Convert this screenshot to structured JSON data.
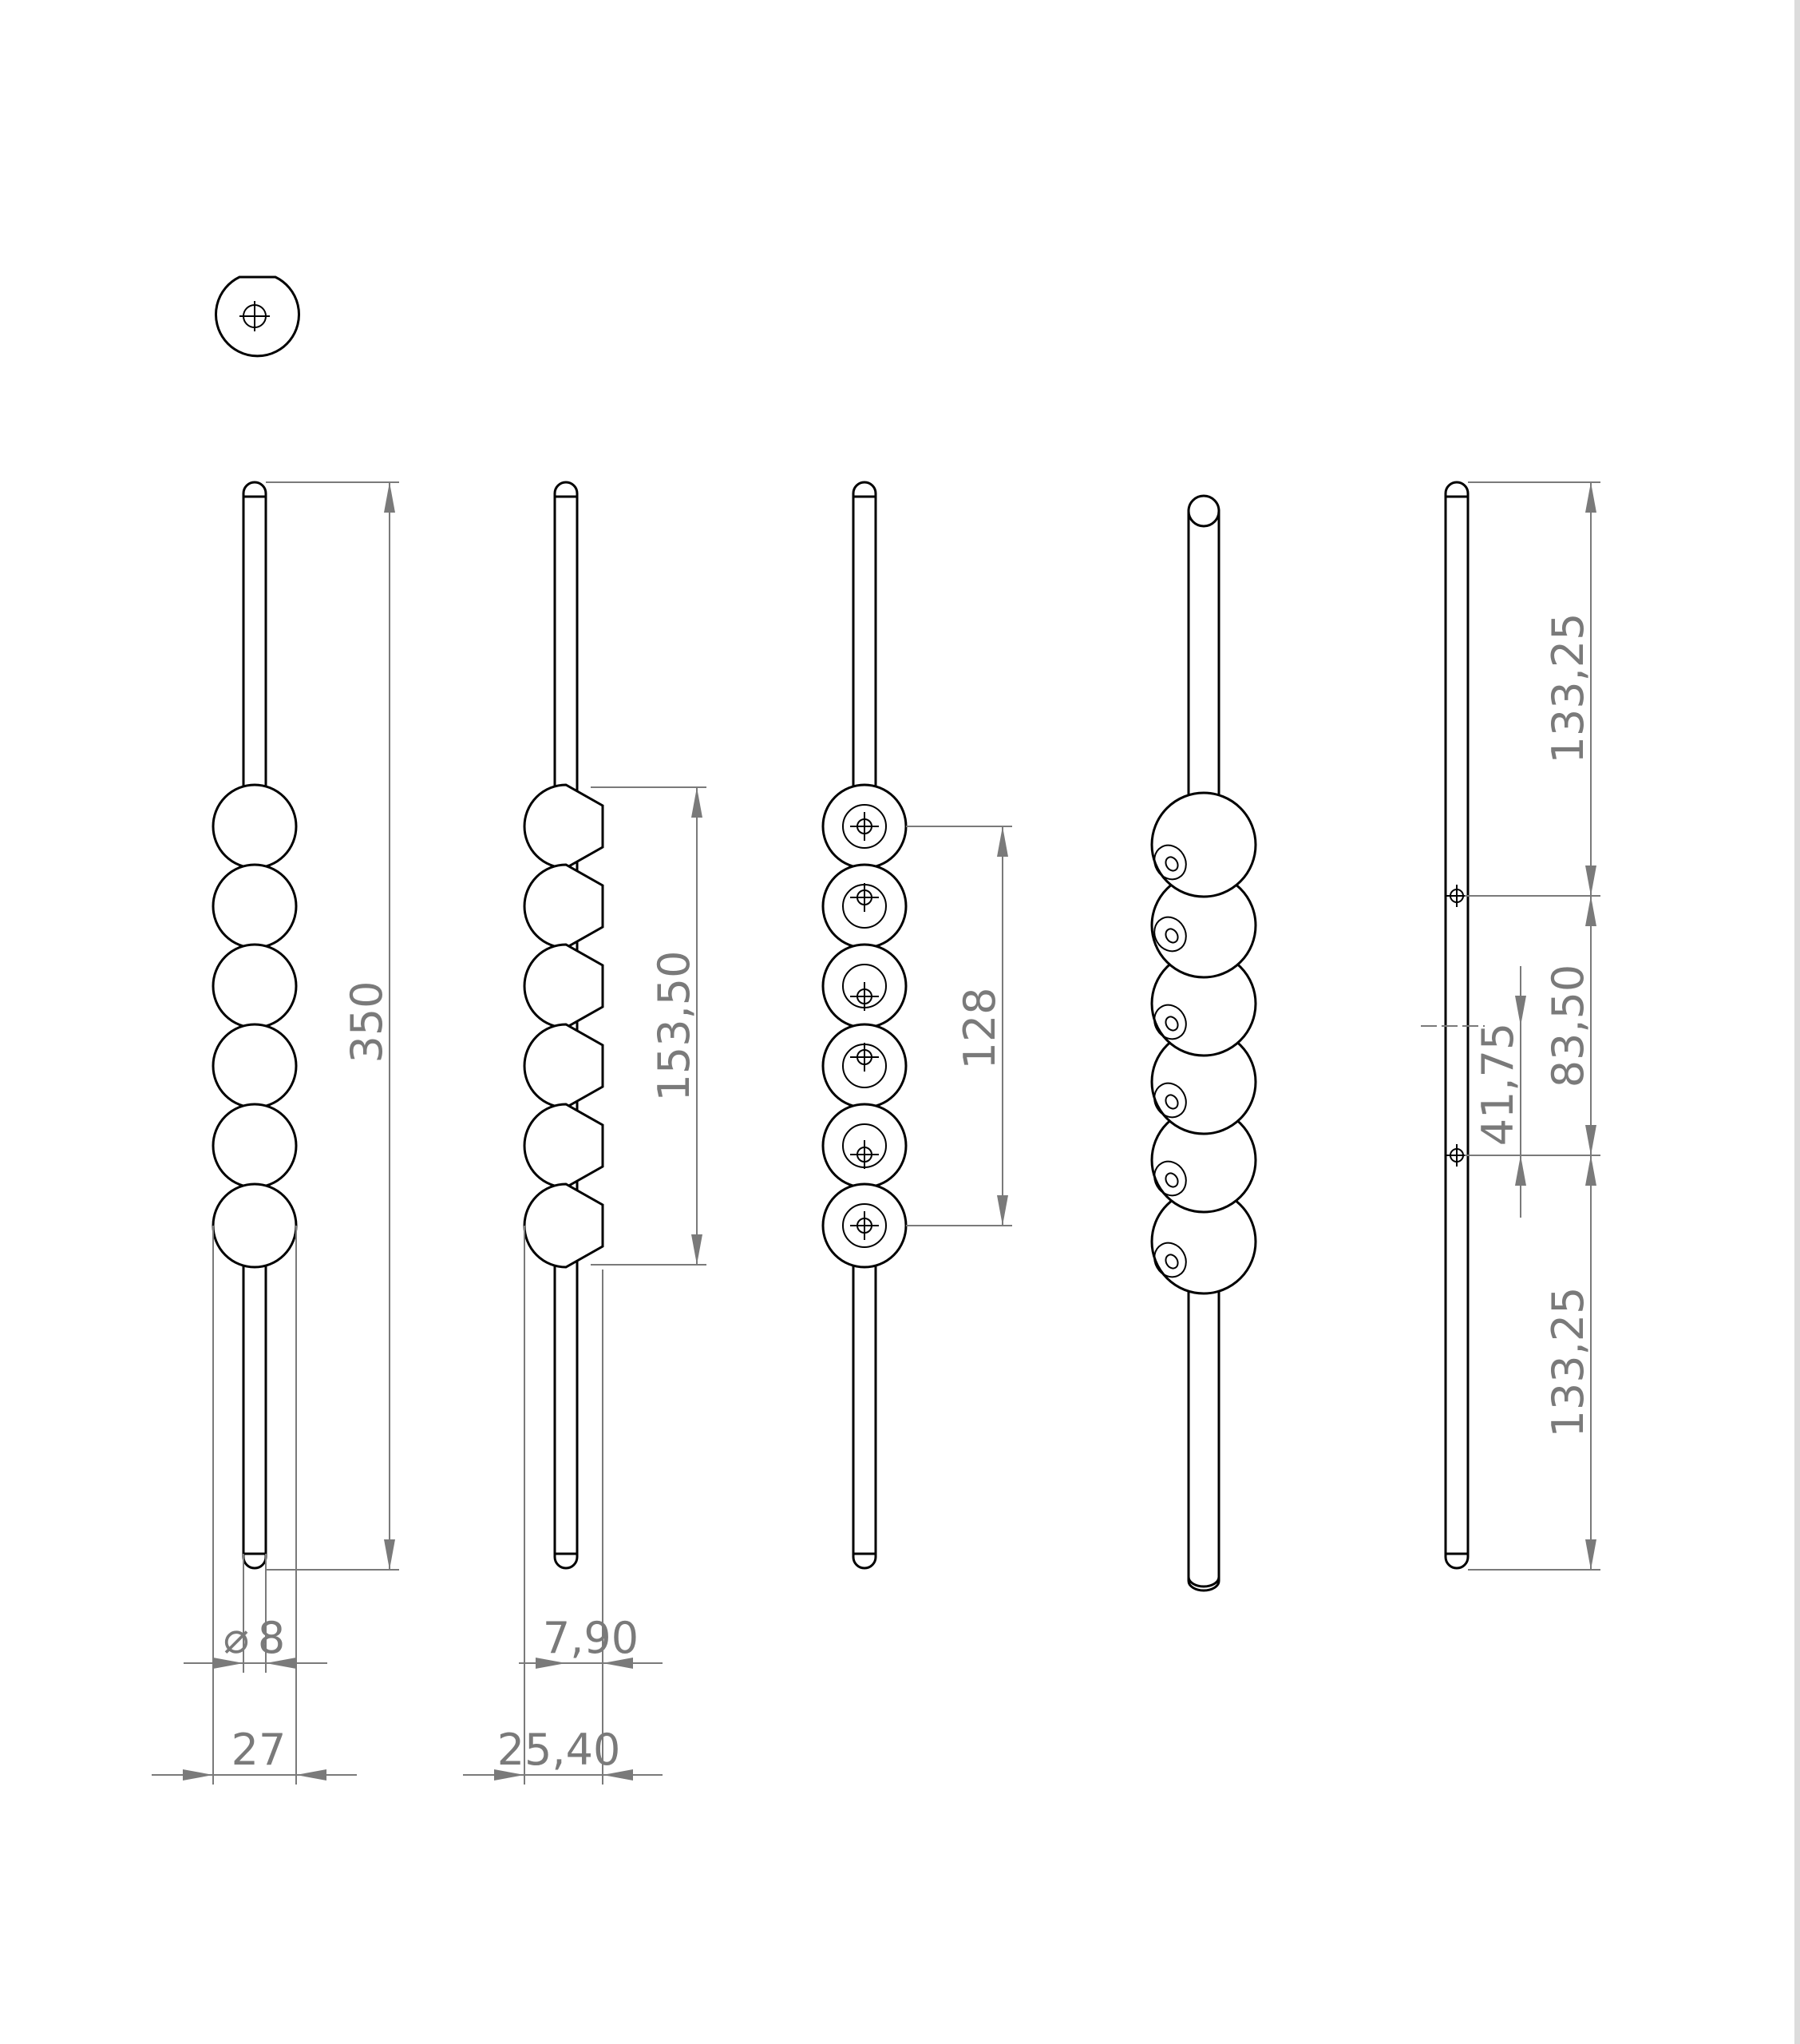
{
  "drawing": {
    "line_color": "#000000",
    "dimension_color": "#7a7a7a",
    "background": "#ffffff"
  },
  "dimensions": {
    "overall_length": "350",
    "rod_diameter_symbol": "⌀",
    "rod_diameter": "8",
    "bead_diameter": "27",
    "flat_width": "7,90",
    "flat_bead_width": "25,40",
    "bead_stack_length": "153,50",
    "hole_spacing": "128",
    "end_length_top": "133,25",
    "mid_spacing": "83,50",
    "half_spacing": "41,75",
    "end_length_bottom": "133,25"
  }
}
